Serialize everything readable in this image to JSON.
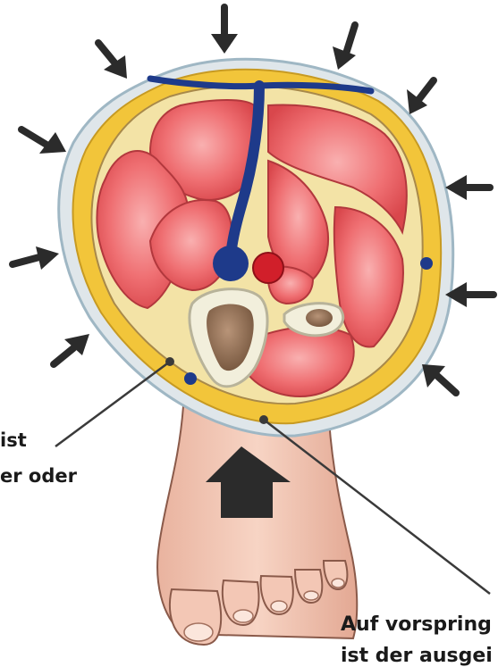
{
  "labels": {
    "left_line1": "ist",
    "left_line2": "er oder",
    "right_line1": "Auf vorspring",
    "right_line2": "ist der ausgei"
  },
  "colors": {
    "skin_outline": "#9fb7c4",
    "fat_layer": "#f2c53a",
    "muscle": "#ef6f72",
    "fascia": "#f3e3a6",
    "vein": "#1e3a8a",
    "artery": "#d11f2a",
    "bone_cortex": "#f2efdc",
    "bone_marrow": "#8a6a50",
    "foot_skin": "#f0c4b0",
    "arrow": "#2b2b2b"
  },
  "icons": {
    "pressure_arrows": "arrow-icon",
    "upward_arrow": "up-arrow-icon"
  }
}
